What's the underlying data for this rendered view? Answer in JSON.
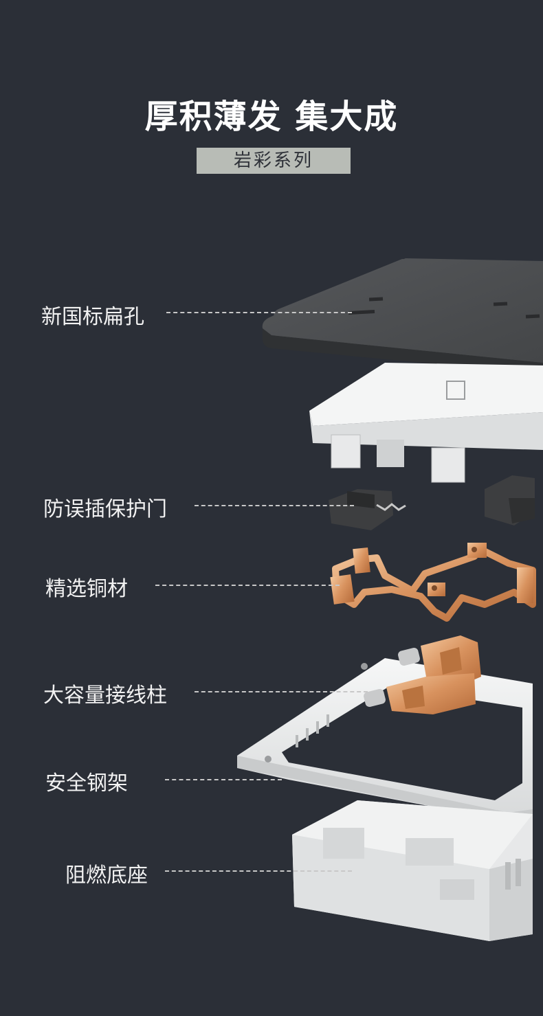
{
  "header": {
    "title": "厚积薄发 集大成",
    "series": "岩彩系列"
  },
  "labels": {
    "plug_hole": "新国标扁孔",
    "shutter": "防误插保护门",
    "copper": "精选铜材",
    "terminal": "大容量接线柱",
    "frame": "安全钢架",
    "base": "阻燃底座"
  },
  "colors": {
    "background": "#2b2f37",
    "panel": "#4a4c4a",
    "copper": "#d99a6a",
    "plastic": "#e9eaea"
  }
}
